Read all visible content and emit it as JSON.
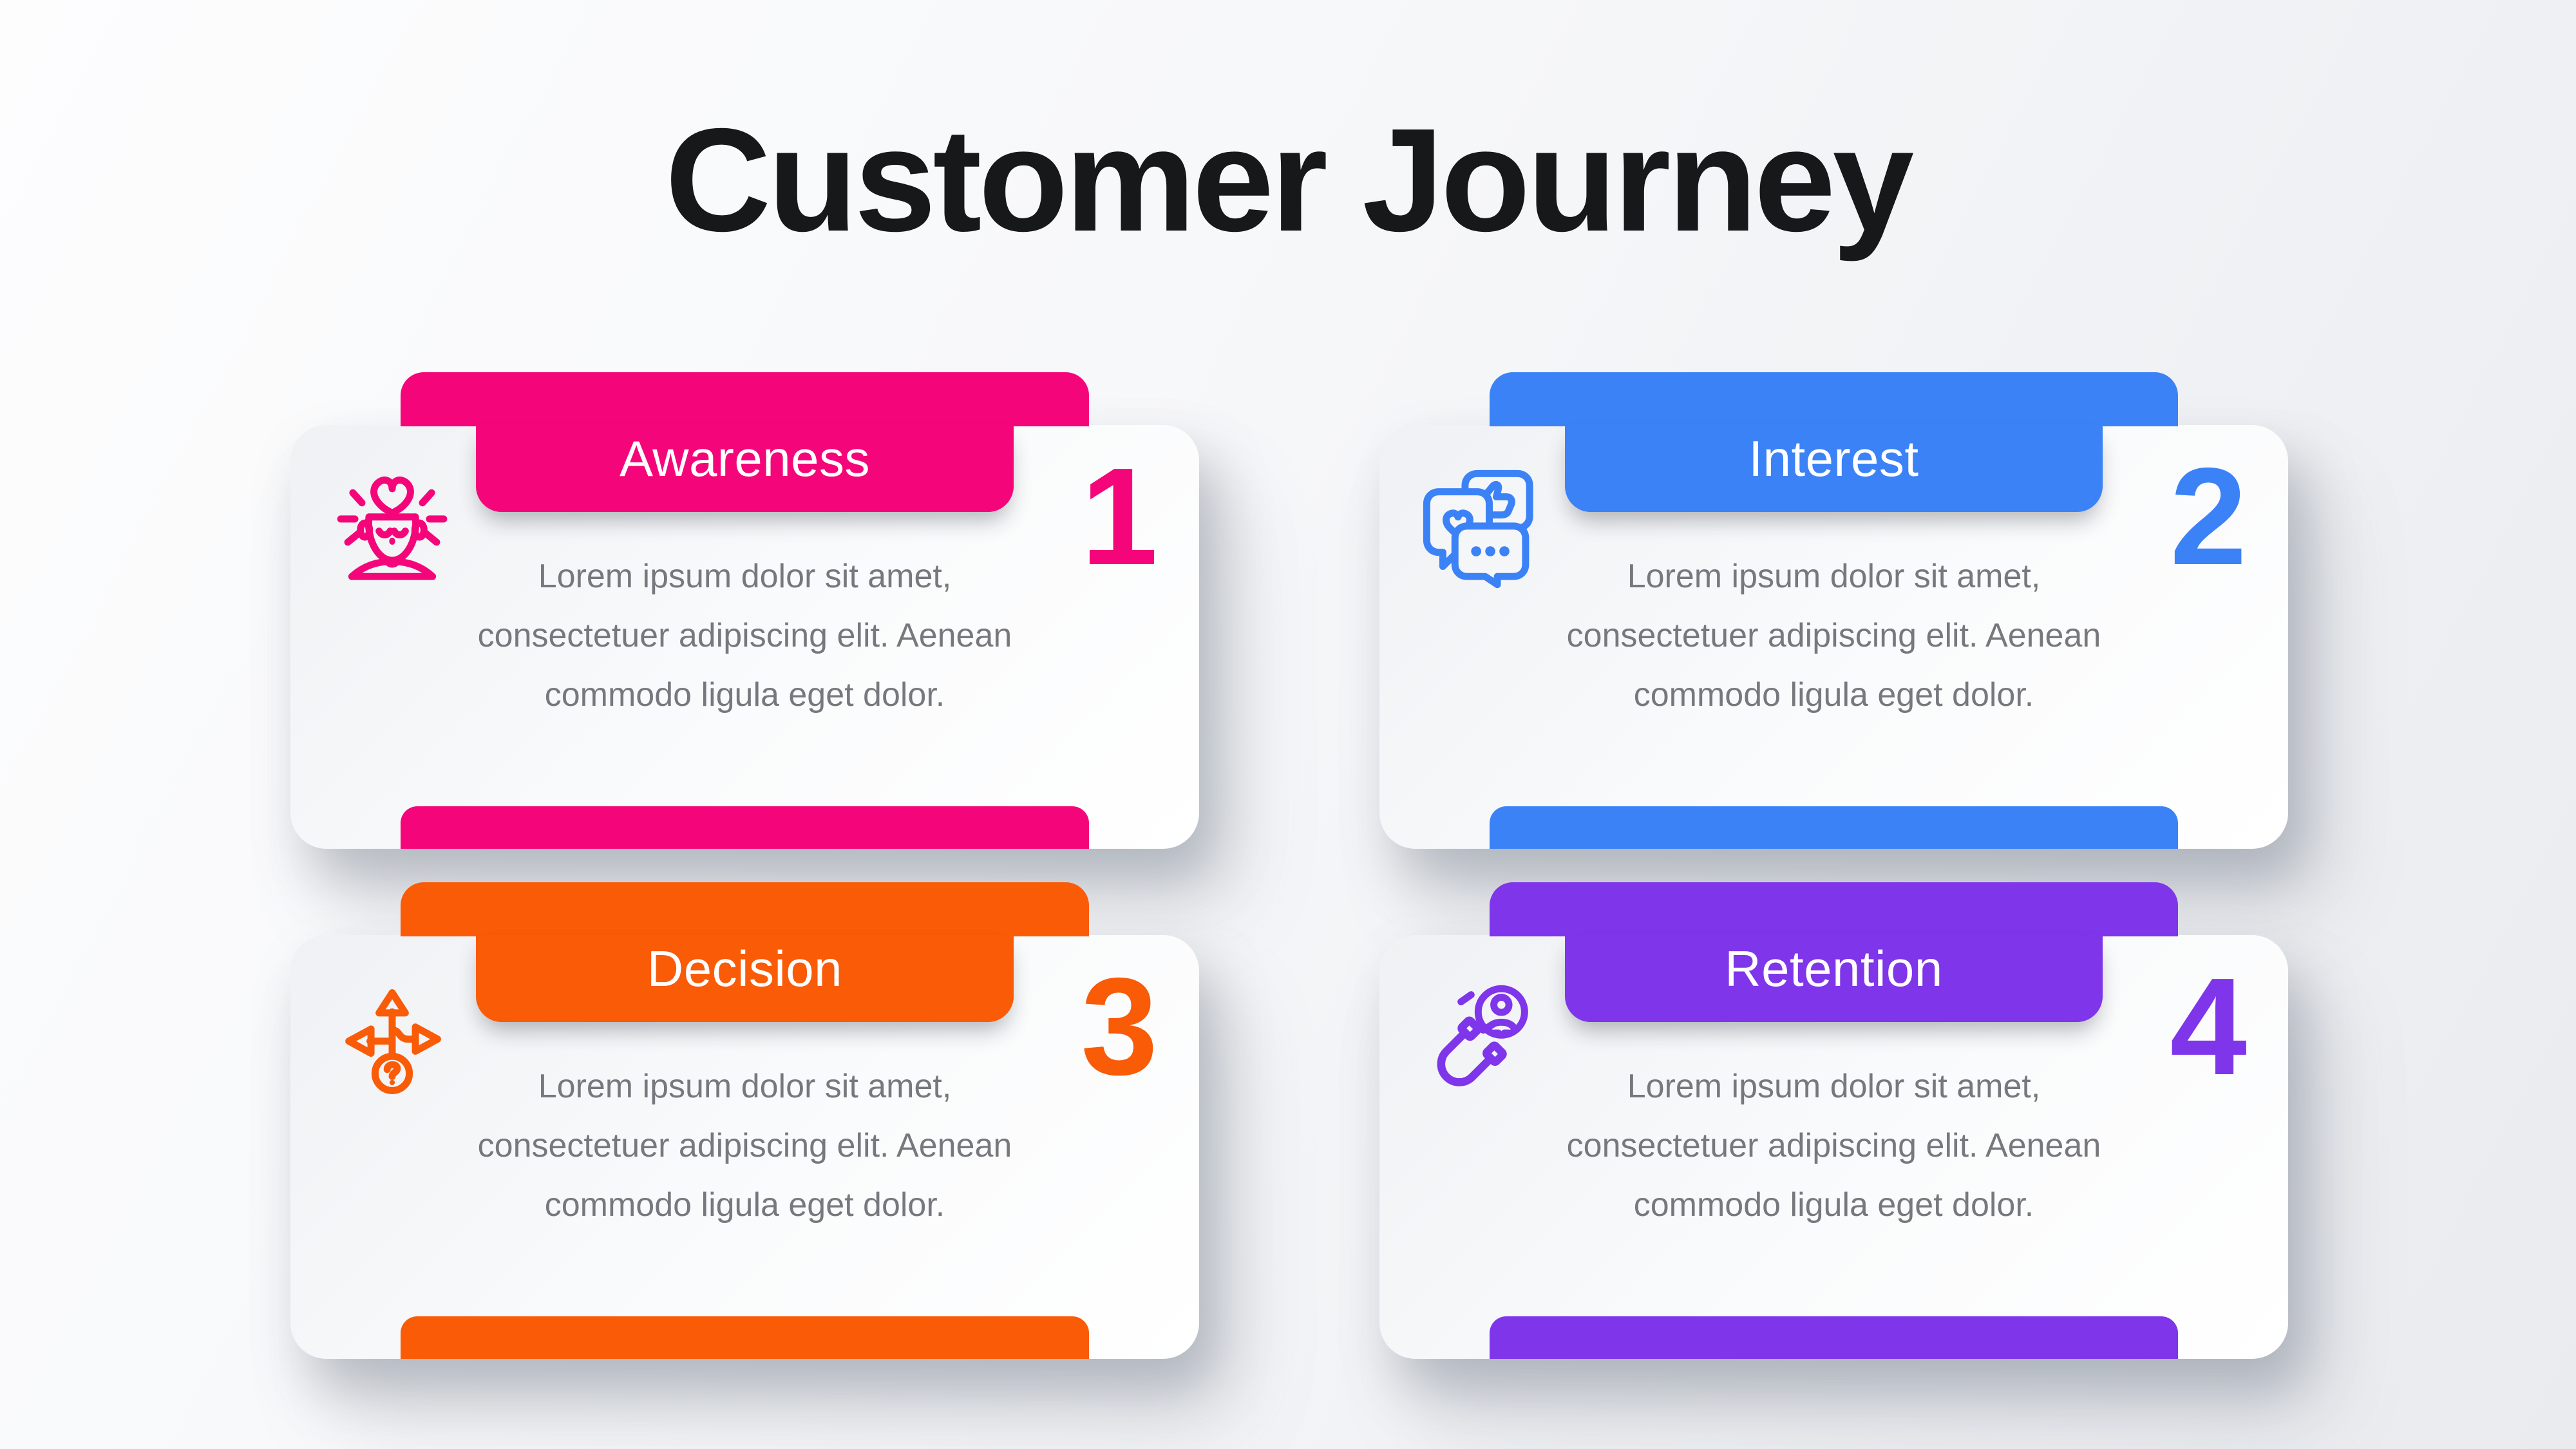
{
  "title": "Customer Journey",
  "description_lines": [
    "Lorem ipsum dolor sit amet,",
    "consectetuer adipiscing elit. Aenean",
    "commodo ligula eget dolor."
  ],
  "stages": [
    {
      "number": "1",
      "label": "Awareness",
      "color": "#F4067A",
      "icon": "awareness-mind-icon"
    },
    {
      "number": "2",
      "label": "Interest",
      "color": "#3C82F7",
      "icon": "interest-chat-icon"
    },
    {
      "number": "3",
      "label": "Decision",
      "color": "#F95B07",
      "icon": "decision-arrows-icon"
    },
    {
      "number": "4",
      "label": "Retention",
      "color": "#7F35E9",
      "icon": "retention-magnet-icon"
    }
  ],
  "text_colors": {
    "title": "#17181A",
    "body": "#76787D",
    "tab_label": "#FFFFFF"
  }
}
